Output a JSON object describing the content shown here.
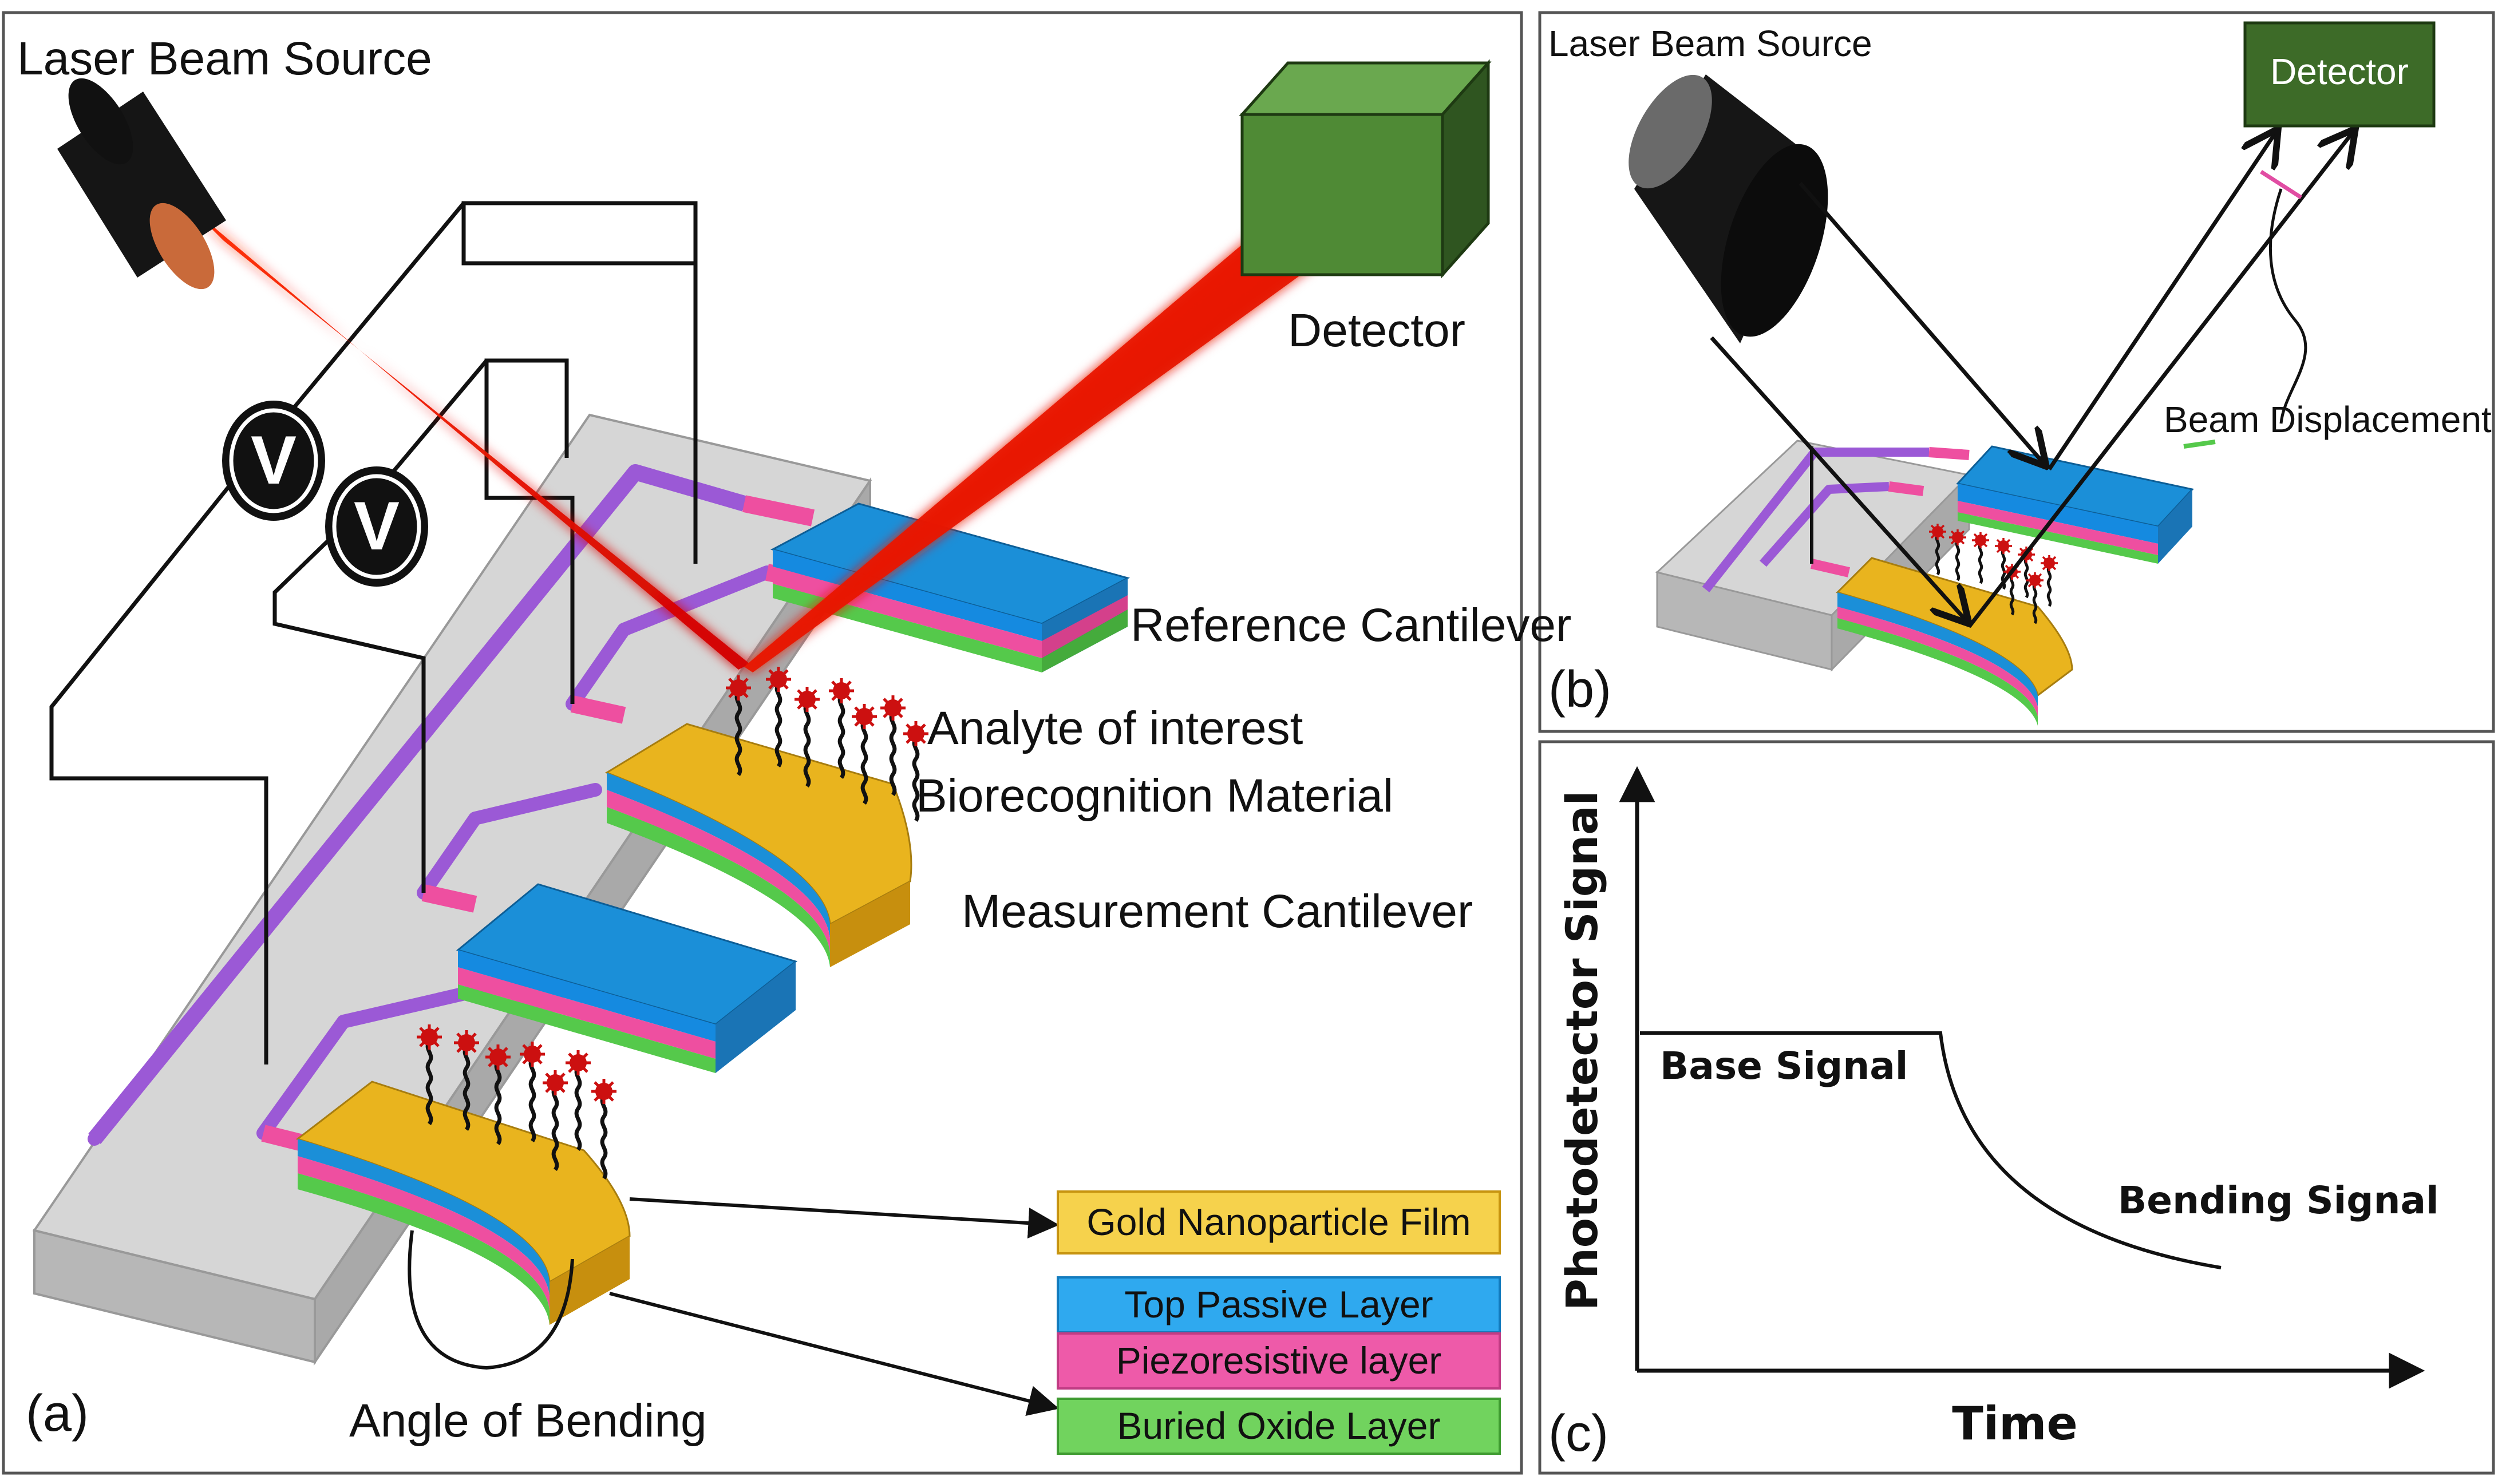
{
  "colors": {
    "laser": "#ff1a00",
    "gold": "#e9b41e",
    "blue": "#1b8fd8",
    "pink": "#ee4fa0",
    "green": "#55c94b",
    "purple": "#9b59d6",
    "detector": "#3d6b28",
    "substrate": "#cfcfcf"
  },
  "panel_a": {
    "panel_label": "(a)",
    "laser_label": "Laser Beam Source",
    "detector_label": "Detector",
    "voltmeter_symbol": "V",
    "reference_label": "Reference Cantilever",
    "analyte_label": "Analyte of interest",
    "biorecognition_label": "Biorecognition Material",
    "measurement_label": "Measurement Cantilever",
    "angle_label": "Angle of Bending",
    "layers": [
      {
        "name": "Gold Nanoparticle Film",
        "color_key": "gold"
      },
      {
        "name": "Top Passive Layer",
        "color_key": "blue"
      },
      {
        "name": "Piezoresistive layer",
        "color_key": "pink"
      },
      {
        "name": "Buried Oxide Layer",
        "color_key": "green"
      }
    ]
  },
  "panel_b": {
    "panel_label": "(b)",
    "laser_label": "Laser Beam Source",
    "detector_label": "Detector",
    "displacement_label": "Beam Displacement"
  },
  "panel_c": {
    "panel_label": "(c)",
    "ylabel": "Photodetector Signal",
    "xlabel": "Time",
    "base_label": "Base Signal",
    "bending_label": "Bending Signal"
  }
}
